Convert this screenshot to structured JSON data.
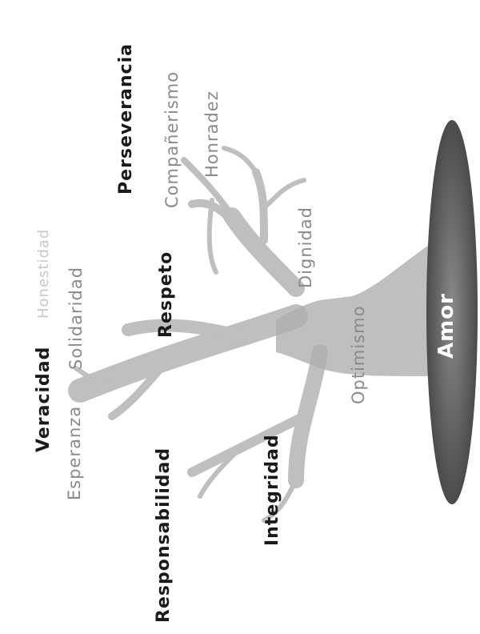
{
  "root": "Amor",
  "values": {
    "veracidad": "Veracidad",
    "esperanza": "Esperanza",
    "solidaridad": "Solidaridad",
    "honestidad": "Honestidad",
    "perseverancia": "Perseverancia",
    "companerismo": "Compañerismo",
    "honradez": "Honradez",
    "respeto": "Respeto",
    "dignidad": "Dignidad",
    "responsabilidad": "Responsabilidad",
    "integridad": "Integridad",
    "optimismo": "Optimismo"
  },
  "colors": {
    "tree": "#b0b0b0",
    "root_ellipse": "#5e5e5e",
    "strong_text": "#1a1a1a",
    "mid_text": "#8a8a8a",
    "faint_text": "#c8c8c8"
  }
}
